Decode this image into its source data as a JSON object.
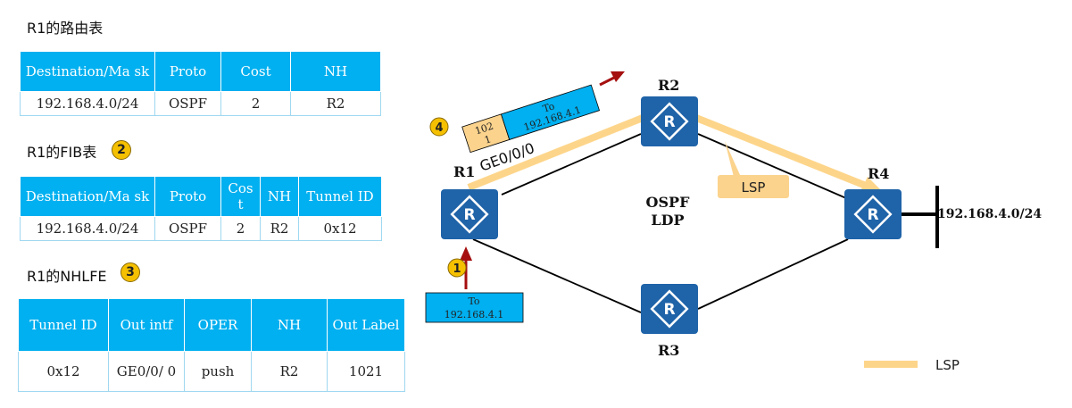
{
  "routing_table": {
    "title": "R1的路由表",
    "headers": [
      "Destination/Ma sk",
      "Proto",
      "Cost",
      "NH"
    ],
    "rows": [
      [
        "192.168.4.0/24",
        "OSPF",
        "2",
        "R2"
      ]
    ]
  },
  "fib_table": {
    "title": "R1的FIB表",
    "badge": "2",
    "headers": [
      "Destination/Ma sk",
      "Proto",
      "Cos t",
      "NH",
      "Tunnel ID"
    ],
    "rows": [
      [
        "192.168.4.0/24",
        "OSPF",
        "2",
        "R2",
        "0x12"
      ]
    ]
  },
  "nhlfe_table": {
    "title": "R1的NHLFE",
    "badge": "3",
    "headers": [
      "Tunnel ID",
      "Out intf",
      "OPER",
      "NH",
      "Out Label"
    ],
    "rows": [
      [
        "0x12",
        "GE0/0/ 0",
        "push",
        "R2",
        "1021"
      ]
    ]
  },
  "topology": {
    "routers": [
      "R1",
      "R2",
      "R3",
      "R4"
    ],
    "protocol_label_1": "OSPF",
    "protocol_label_2": "LDP",
    "destination_network": "192.168.4.0/24",
    "interface_label": "GE0/0/0",
    "lsp_callout": "LSP",
    "legend_label": "LSP",
    "lsp_color": "#fdd58a",
    "router_color": "#1f63a8",
    "link_color": "#000000",
    "packet_color": "#00b0f0",
    "label_color": "#fbd38d",
    "arrow_color": "#a50f0f"
  },
  "packets": {
    "incoming": {
      "step": "1",
      "dest_line1": "To",
      "dest_line2": "192.168.4.1"
    },
    "outgoing": {
      "step": "4",
      "label_line1": "102",
      "label_line2": "1",
      "dest_line1": "To",
      "dest_line2": "192.168.4.1"
    }
  }
}
